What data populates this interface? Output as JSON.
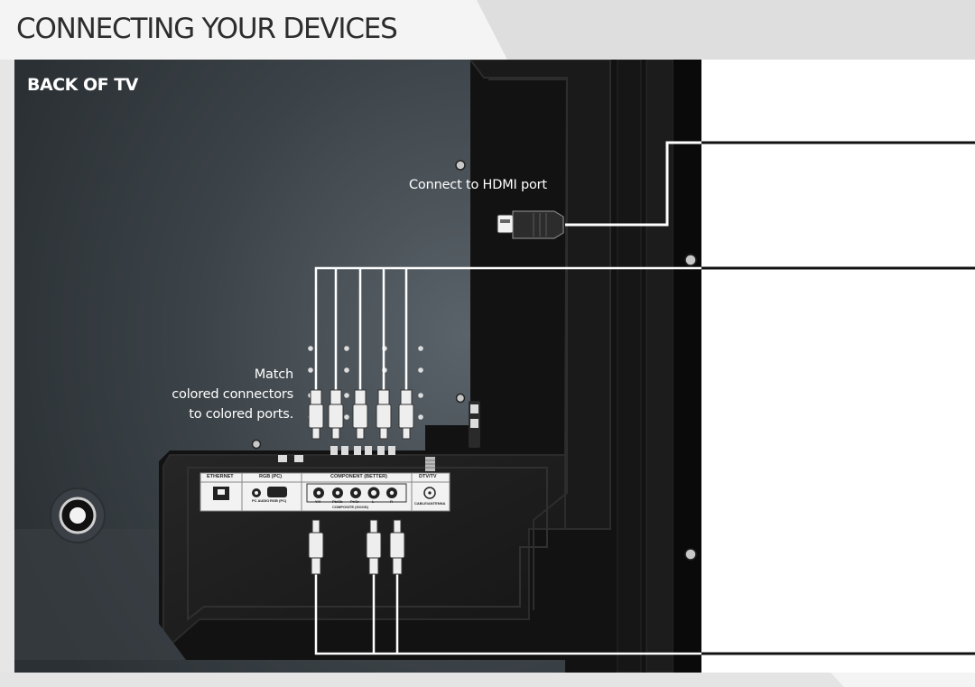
{
  "page": {
    "title": "CONNECTING YOUR DEVICES"
  },
  "diagram": {
    "panel_title": "BACK OF TV",
    "hdmi_instruction": "Connect to HDMI port",
    "match_instruction": [
      "Match",
      "colored connectors",
      "to colored ports."
    ],
    "port_labels": {
      "ethernet": "ETHERNET",
      "rgb": "RGB (PC)",
      "component": "COMPONENT (BETTER)",
      "dtv": "DTV/TV",
      "pc_audio": "PC AUDIO",
      "rgb_pc": "RGB (PC)",
      "y_v": "Y/V",
      "pb_cb": "Pb/Cb",
      "pr_cr": "Pr/Cr",
      "l": "L",
      "r": "R",
      "composite": "COMPOSITE (GOOD)",
      "cable_antenna": "CABLE/ANTENNA"
    }
  },
  "colors": {
    "panel_dark": "#111111",
    "panel_gray": "#3e4449",
    "cable": "#ffffff",
    "header_bg": "#f2f2f2"
  }
}
